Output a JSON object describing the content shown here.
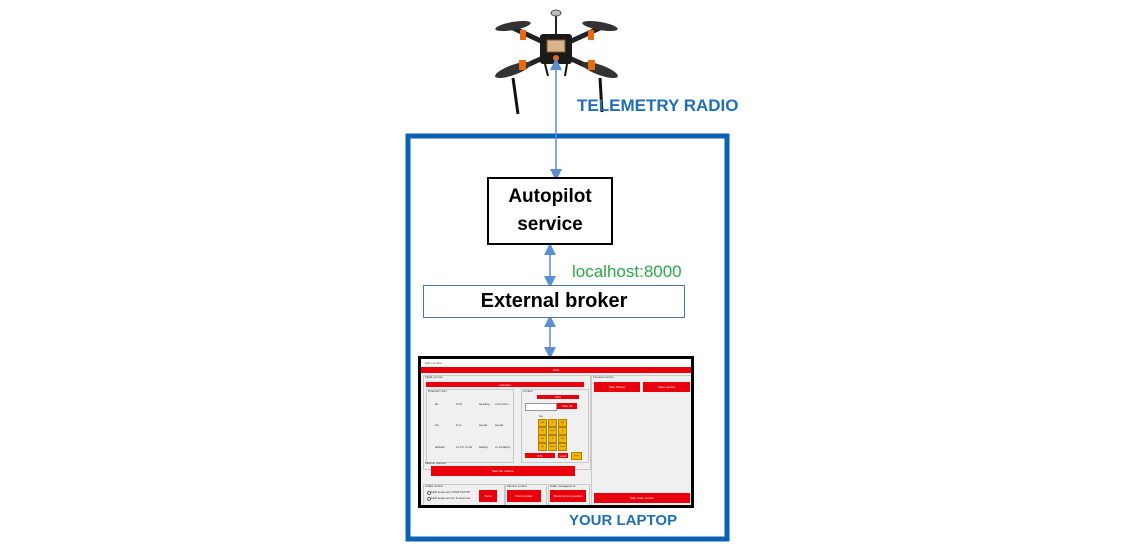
{
  "labels": {
    "telemetry_radio": "TELEMETRY RADIO",
    "autopilot_line1": "Autopilot",
    "autopilot_line2": "service",
    "localhost": "localhost:8000",
    "external_broker": "External broker",
    "your_laptop": "YOUR LAPTOP"
  },
  "colors": {
    "frame": "#0a62b3",
    "arrow": "#5b8fd0",
    "label_blue": "#1f6fb6",
    "label_green": "#2aa84a",
    "button_red": "#e8000a",
    "keypad_yellow": "#f4b400"
  },
  "laptop_screen": {
    "window_title": "Main window",
    "menu": "Main",
    "flight_control": "Flight control",
    "connect_button": "Connect",
    "telemetry_info": "Telemetry info",
    "telemetry": [
      [
        "lat",
        "0.c0",
        "heading",
        "xxxx.0 km"
      ],
      [
        "lon",
        "0.xx",
        "speed",
        "speed"
      ],
      [
        "altitude",
        "xx.0 h 0 m/s",
        "battery",
        "xx.0 battery"
      ]
    ],
    "control": "Control",
    "arm_button": "Arm",
    "takeoff_button": "Take off",
    "keypad_label": "Go",
    "keypad": [
      "NW",
      "N",
      "NE",
      "W",
      "Stop",
      "E",
      "SW",
      "S",
      "SE",
      "Up",
      "Down",
      "Land"
    ],
    "rtl_button": "RTL",
    "land_button": "Land",
    "drop_button": "Drop",
    "mission_planner": "Mission planner",
    "start_mission_button": "Start the mission",
    "lora_control": "LORA control",
    "lora_opt1": "LED sequence START/STOP",
    "lora_opt2": "LED sequence for N seconds",
    "send_button": "Send",
    "monitor_control": "Monitor control",
    "start_monitor_button": "Start monitor",
    "state_management": "State management",
    "show_position_button": "Show current position",
    "camera_control": "Camera control",
    "take_picture_button": "Take Picture",
    "video_stream_button": "Video stream",
    "start_video_button": "Start video stream"
  }
}
